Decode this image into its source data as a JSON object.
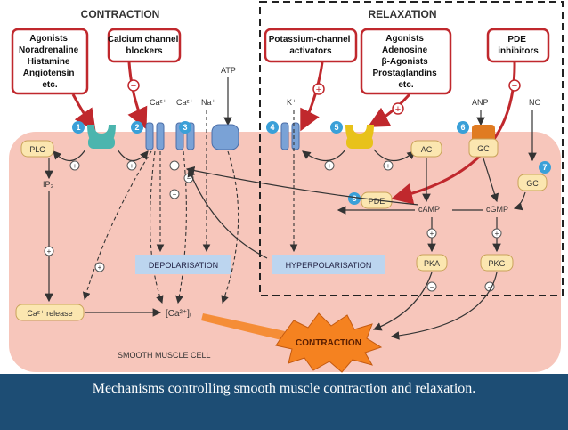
{
  "headings": {
    "contraction": "CONTRACTION",
    "relaxation": "RELAXATION"
  },
  "boxes": {
    "agonists_contraction": [
      "Agonists",
      "Noradrenaline",
      "Histamine",
      "Angiotensin",
      "etc."
    ],
    "ccb": [
      "Calcium channel",
      "blockers"
    ],
    "k_openers": [
      "Potassium-channel",
      "activators"
    ],
    "agonists_relaxation": [
      "Agonists",
      "Adenosine",
      "β-Agonists",
      "Prostaglandins",
      "etc."
    ],
    "pde_inhibitors": [
      "PDE",
      "inhibitors"
    ]
  },
  "ions": {
    "ca1": "Ca²⁺",
    "ca2": "Ca²⁺",
    "na": "Na⁺",
    "k": "K⁺"
  },
  "small_labels": {
    "atp": "ATP",
    "anp": "ANP",
    "no": "NO",
    "ip3": "IP₃"
  },
  "numbers": [
    "1",
    "2",
    "3",
    "4",
    "5",
    "6",
    "7",
    "8"
  ],
  "nodes": {
    "plc": "PLC",
    "ac": "AC",
    "gc_membrane": "GC",
    "gc_cyto": "GC",
    "pde": "PDE",
    "camp": "cAMP",
    "cgmp": "cGMP",
    "pka": "PKA",
    "pkg": "PKG",
    "depolarisation": "DEPOLARISATION",
    "hyperpolarisation": "HYPERPOLARISATION",
    "ca_release": "Ca²⁺ release",
    "ca_conc": "[Ca²⁺]ᵢ",
    "contraction_burst": "CONTRACTION",
    "cell": "SMOOTH MUSCLE CELL"
  },
  "signs": {
    "minus": "−",
    "plus": "+"
  },
  "caption": "Mechanisms controlling smooth muscle contraction and relaxation.",
  "colors": {
    "cell_fill": "#f7c6bb",
    "box_border": "#c0282d",
    "node_fill": "#fbe6b0",
    "blue_box": "#bcd5ef",
    "burst": "#f58220",
    "receptor_teal": "#4bb5ae",
    "channel_blue": "#7aa2d6",
    "receptor_yellow": "#e8c21a",
    "receptor_orange": "#e07b21",
    "number_badge": "#3aa0d8"
  }
}
